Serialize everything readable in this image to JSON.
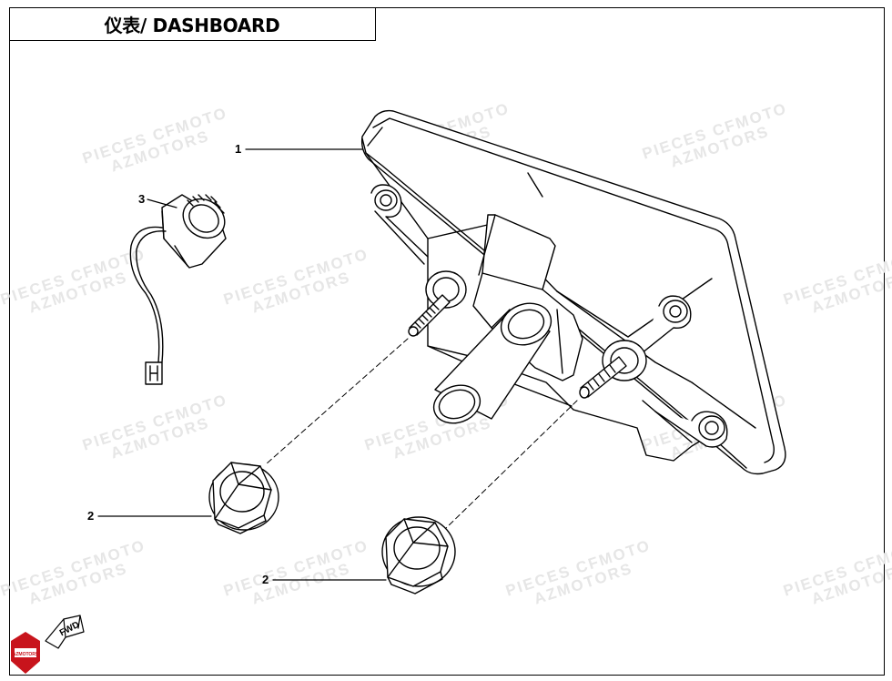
{
  "title": "仪表/ DASHBOARD",
  "callouts": {
    "c1": "1",
    "c2a": "2",
    "c2b": "2",
    "c3": "3"
  },
  "watermark": {
    "line1": "PIECES CFMOTO",
    "line2": "AZMOTORS"
  },
  "fwd_label": "FWD",
  "logo_text": "AZMOTORS",
  "colors": {
    "line": "#000000",
    "watermark": "#e6e6e6",
    "logo_red": "#c8141c"
  }
}
